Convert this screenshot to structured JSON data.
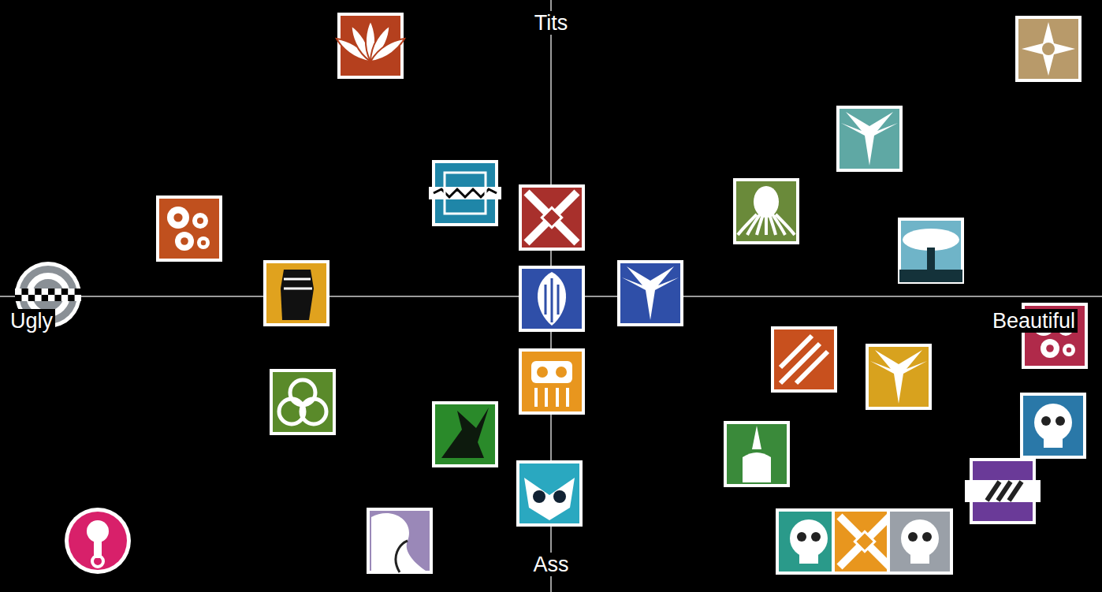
{
  "diagram": {
    "labels": [
      "Tits",
      "Ass",
      "Ugly",
      "Beautiful"
    ]
  }
}
